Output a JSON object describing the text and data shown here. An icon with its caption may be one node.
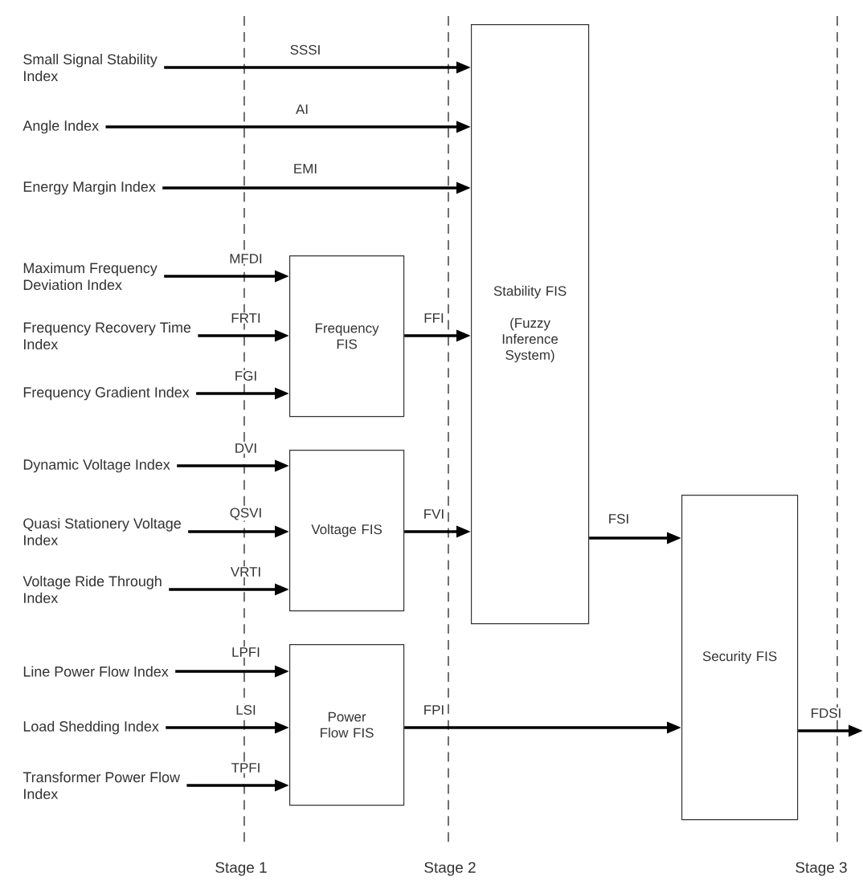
{
  "diagram": {
    "nodes": [
      {
        "text": [
          "Small Signal Stability Index"
        ]
      },
      {
        "text": [
          "Angle Index"
        ]
      },
      {
        "text": [
          "Energy Margin Index"
        ]
      },
      {
        "text": [
          "Maximum Frequency Deviation Index"
        ]
      },
      {
        "text": [
          "Frequency Recovery Time Index"
        ]
      },
      {
        "text": [
          "Frequency Gradient Index"
        ]
      },
      {
        "text": [
          "Dynamic Voltage Index"
        ]
      },
      {
        "text": [
          "Quasi Stationery Voltage Index"
        ]
      },
      {
        "text": [
          "Voltage Ride Through Index"
        ]
      },
      {
        "text": [
          "Line Power Flow Index"
        ]
      },
      {
        "text": [
          "Load Shedding Index"
        ]
      },
      {
        "text": [
          "Transformer Power Flow Index"
        ]
      },
      {
        "text": [
          "Frequency FIS"
        ]
      },
      {
        "text": [
          "Voltage FIS"
        ]
      },
      {
        "text": [
          "Power Flow FIS"
        ]
      },
      {
        "text": [
          "Stability FIS",
          "(Fuzzy Inference System)"
        ]
      },
      {
        "text": [
          "Security FIS"
        ]
      }
    ],
    "edges": [
      {
        "from": 0,
        "to": 15,
        "arrow": "to",
        "label": "SSSI"
      },
      {
        "from": 1,
        "to": 15,
        "arrow": "to",
        "label": "AI"
      },
      {
        "from": 2,
        "to": 15,
        "arrow": "to",
        "label": "EMI"
      },
      {
        "from": 3,
        "to": 12,
        "arrow": "to",
        "label": "MFDI"
      },
      {
        "from": 4,
        "to": 12,
        "arrow": "to",
        "label": "FRTI"
      },
      {
        "from": 5,
        "to": 12,
        "arrow": "to",
        "label": "FGI"
      },
      {
        "from": 6,
        "to": 13,
        "arrow": "to",
        "label": "DVI"
      },
      {
        "from": 7,
        "to": 13,
        "arrow": "to",
        "label": "QSVI"
      },
      {
        "from": 8,
        "to": 13,
        "arrow": "to",
        "label": "VRTI"
      },
      {
        "from": 9,
        "to": 14,
        "arrow": "to",
        "label": "LPFI"
      },
      {
        "from": 10,
        "to": 14,
        "arrow": "to",
        "label": "LSI"
      },
      {
        "from": 11,
        "to": 14,
        "arrow": "to",
        "label": "TPFI"
      },
      {
        "from": 12,
        "to": 15,
        "arrow": "to",
        "label": "FFI"
      },
      {
        "from": 13,
        "to": 15,
        "arrow": "to",
        "label": "FVI"
      },
      {
        "from": 15,
        "to": 16,
        "arrow": "to",
        "label": "FSI"
      },
      {
        "from": 14,
        "to": 16,
        "arrow": "to",
        "label": "FPI"
      },
      {
        "from": 16,
        "to": null,
        "arrow": "to",
        "label": "FDSI"
      }
    ],
    "labels": [
      "Stage 1",
      "Stage 2",
      "Stage 3"
    ]
  }
}
